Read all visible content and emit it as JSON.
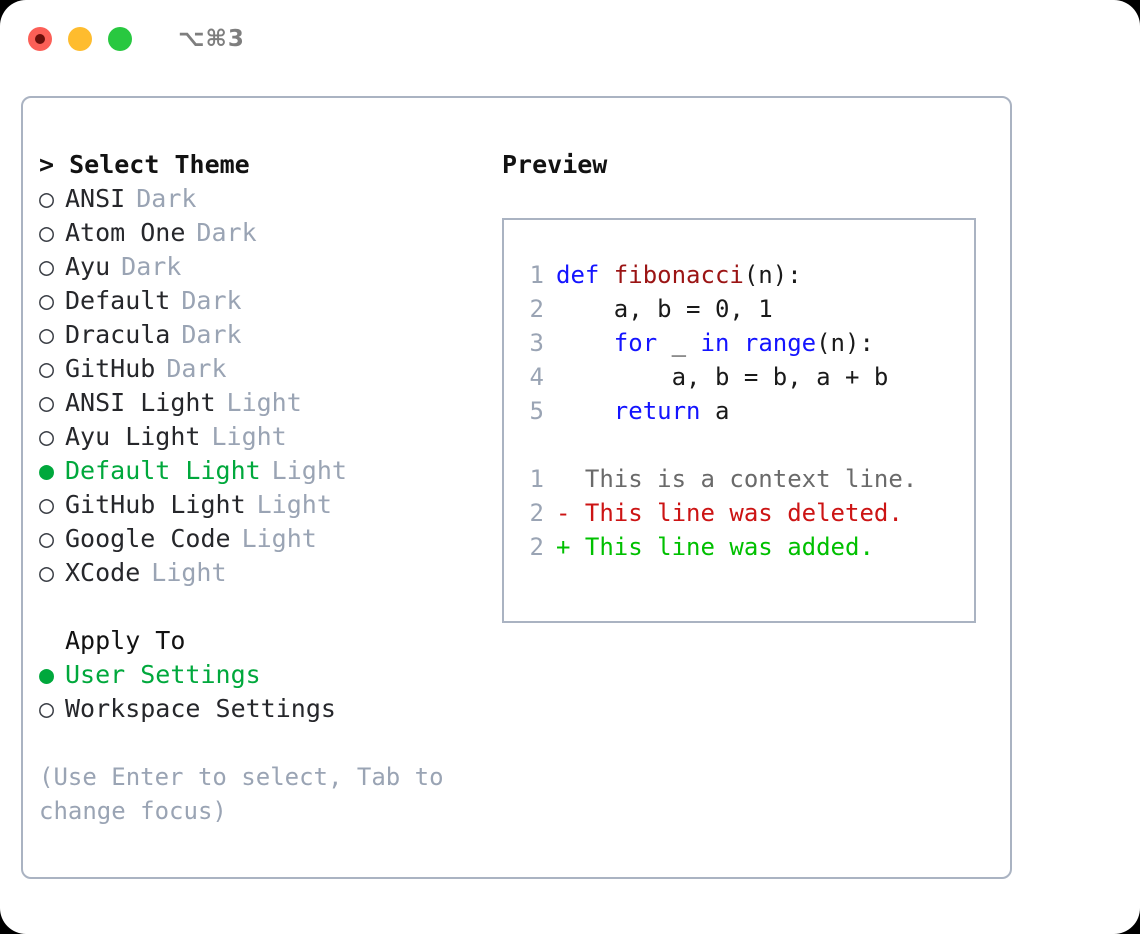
{
  "window": {
    "title_shortcut": "⌥⌘3",
    "lights": [
      {
        "name": "close",
        "color": "#fc5f57"
      },
      {
        "name": "minimize",
        "color": "#febc2e"
      },
      {
        "name": "maximize",
        "color": "#28c840"
      }
    ]
  },
  "theme_picker": {
    "heading": "> Select Theme",
    "selected_marker": "●",
    "unselected_marker": "○",
    "accent_color": "#00a83c",
    "tag_color": "#9aa4b4",
    "items": [
      {
        "name": "ANSI",
        "tag": "Dark",
        "selected": false
      },
      {
        "name": "Atom One",
        "tag": "Dark",
        "selected": false
      },
      {
        "name": "Ayu",
        "tag": "Dark",
        "selected": false
      },
      {
        "name": "Default",
        "tag": "Dark",
        "selected": false
      },
      {
        "name": "Dracula",
        "tag": "Dark",
        "selected": false
      },
      {
        "name": "GitHub",
        "tag": "Dark",
        "selected": false
      },
      {
        "name": "ANSI Light",
        "tag": "Light",
        "selected": false
      },
      {
        "name": "Ayu Light",
        "tag": "Light",
        "selected": false
      },
      {
        "name": "Default Light",
        "tag": "Light",
        "selected": true
      },
      {
        "name": "GitHub Light",
        "tag": "Light",
        "selected": false
      },
      {
        "name": "Google Code",
        "tag": "Light",
        "selected": false
      },
      {
        "name": "XCode",
        "tag": "Light",
        "selected": false
      }
    ]
  },
  "apply_to": {
    "heading": "Apply To",
    "options": [
      {
        "label": "User Settings",
        "selected": true
      },
      {
        "label": "Workspace Settings",
        "selected": false
      }
    ]
  },
  "hint": "(Use Enter to select, Tab to change focus)",
  "preview": {
    "title": "Preview",
    "code_lines": [
      {
        "number": "1",
        "tokens": [
          {
            "text": "def ",
            "kind": "keyword"
          },
          {
            "text": "fibonacci",
            "kind": "function"
          },
          {
            "text": "(n):",
            "kind": "plain"
          }
        ]
      },
      {
        "number": "2",
        "tokens": [
          {
            "text": "    a, b = 0, 1",
            "kind": "plain"
          }
        ]
      },
      {
        "number": "3",
        "tokens": [
          {
            "text": "    ",
            "kind": "plain"
          },
          {
            "text": "for",
            "kind": "keyword"
          },
          {
            "text": " _ ",
            "kind": "plain"
          },
          {
            "text": "in range",
            "kind": "keyword"
          },
          {
            "text": "(n):",
            "kind": "plain"
          }
        ]
      },
      {
        "number": "4",
        "tokens": [
          {
            "text": "        a, b = b, a + b",
            "kind": "plain"
          }
        ]
      },
      {
        "number": "5",
        "tokens": [
          {
            "text": "    ",
            "kind": "plain"
          },
          {
            "text": "return",
            "kind": "keyword"
          },
          {
            "text": " a",
            "kind": "plain"
          }
        ]
      }
    ],
    "diff_lines": [
      {
        "number": "1",
        "sign": " ",
        "text": "This is a context line.",
        "kind": "context"
      },
      {
        "number": "2",
        "sign": "-",
        "text": "This line was deleted.",
        "kind": "deleted"
      },
      {
        "number": "2",
        "sign": "+",
        "text": "This line was added.",
        "kind": "added"
      }
    ],
    "diff_colors": {
      "context": "#6a6a6a",
      "deleted": "#cc1414",
      "added": "#00c000"
    }
  }
}
